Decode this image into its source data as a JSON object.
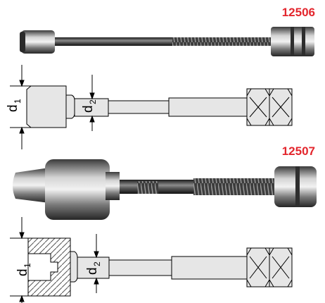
{
  "products": [
    {
      "code": "12506",
      "dimension_labels": [
        {
          "symbol": "d",
          "subscript": "1"
        },
        {
          "symbol": "d",
          "subscript": "2"
        }
      ]
    },
    {
      "code": "12507",
      "dimension_labels": [
        {
          "symbol": "d",
          "subscript": "1"
        },
        {
          "symbol": "d",
          "subscript": "2"
        }
      ]
    }
  ]
}
